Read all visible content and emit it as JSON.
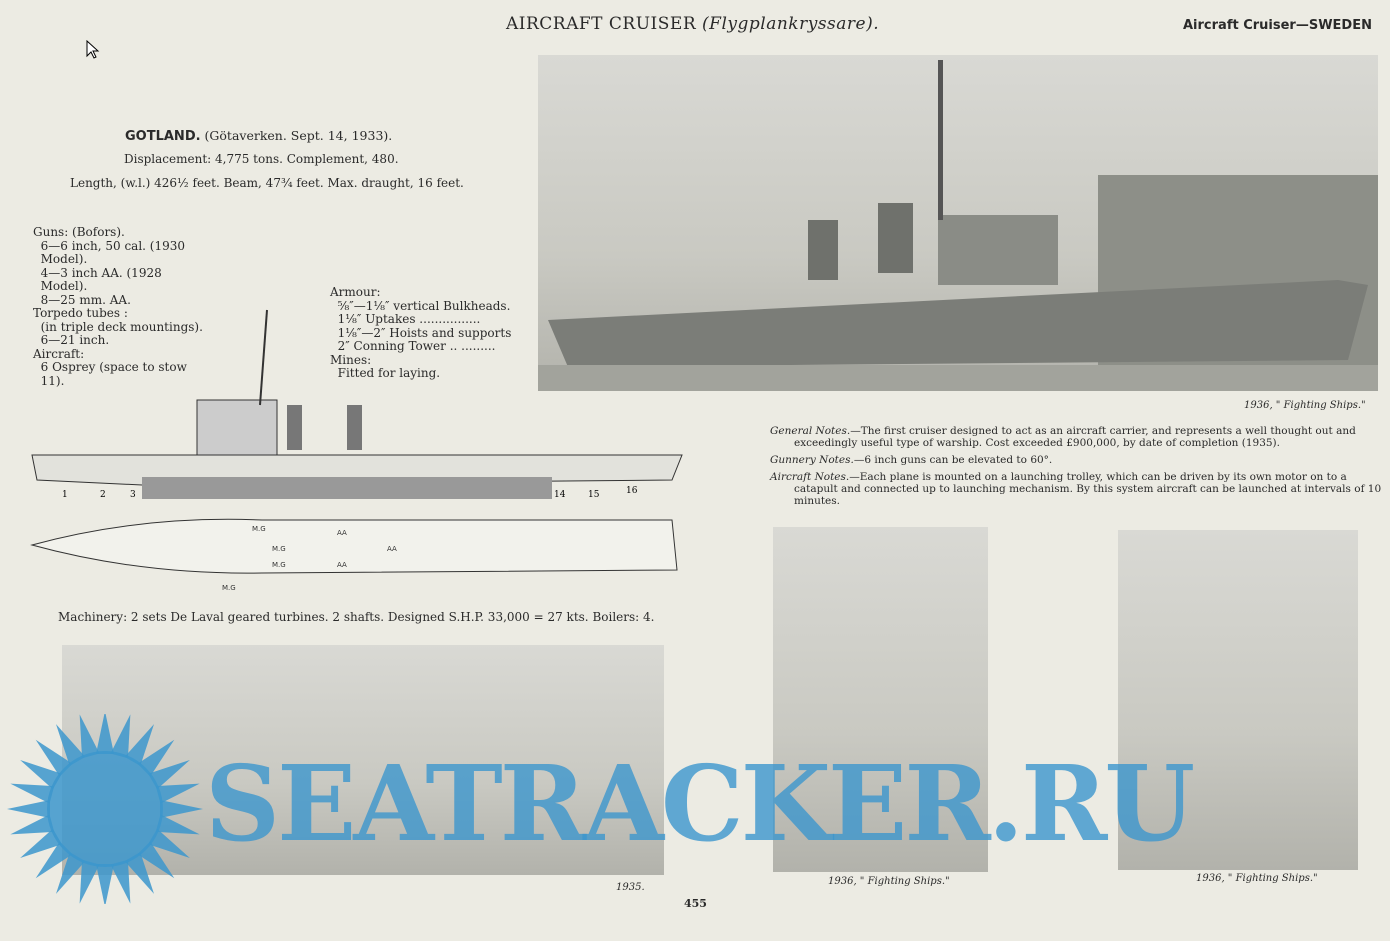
{
  "header": {
    "title": "AIRCRAFT CRUISER",
    "title_italic": "(Flygplankryssare).",
    "right": "Aircraft Cruiser—SWEDEN"
  },
  "ship": {
    "name": "GOTLAND.",
    "builder": "(Götaverken. Sept. 14, 1933).",
    "line1": "Displacement: 4,775 tons.   Complement, 480.",
    "line2": "Length, (w.l.) 426½ feet.  Beam, 47¾ feet.  Max. draught, 16 feet."
  },
  "armament": [
    "Guns: (Bofors).",
    "  6—6 inch, 50 cal. (1930",
    "  Model).",
    "  4—3 inch AA. (1928",
    "  Model).",
    "  8—25 mm. AA.",
    "Torpedo tubes :",
    "  (in triple deck mountings).",
    "  6—21 inch.",
    "Aircraft:",
    "  6 Osprey (space to stow",
    "  11)."
  ],
  "armour": [
    "Armour:",
    "  ⅝″—1⅛″ vertical Bulkheads.",
    "  1⅛″ Uptakes ................",
    "  1⅛″—2″ Hoists and supports",
    "  2″ Conning Tower .. .........",
    "Mines:",
    "  Fitted for laying."
  ],
  "diagram": {
    "labels": [
      "1",
      "2",
      "3",
      "14",
      "15",
      "16"
    ],
    "deck_labels": [
      "M.G",
      "M.G",
      "M.G",
      "M.G",
      "AA",
      "AA",
      "AA"
    ]
  },
  "machinery": "Machinery: 2 sets De Laval geared turbines.  2 shafts.  Designed S.H.P. 33,000 = 27 kts.  Boilers: 4.",
  "captions": {
    "main": "1936, \" Fighting Ships.\"",
    "bottom_left": "1935.",
    "bottom_mid": "1936, \" Fighting Ships.\"",
    "bottom_right": "1936, \" Fighting Ships.\""
  },
  "notes": [
    {
      "label": "General Notes.",
      "text": "—The first cruiser designed to act as an aircraft carrier, and represents a well thought out and exceedingly useful type of warship. Cost exceeded £900,000, by date of completion (1935)."
    },
    {
      "label": "Gunnery Notes.",
      "text": "—6 inch guns can be elevated to 60°."
    },
    {
      "label": "Aircraft Notes.",
      "text": "—Each plane is mounted on a launching trolley, which can be driven by its own motor on to a catapult and connected up to launching mechanism. By this system aircraft can be launched at intervals of 10 minutes."
    }
  ],
  "page_number": "455",
  "watermark": "SEATRACKER.RU"
}
